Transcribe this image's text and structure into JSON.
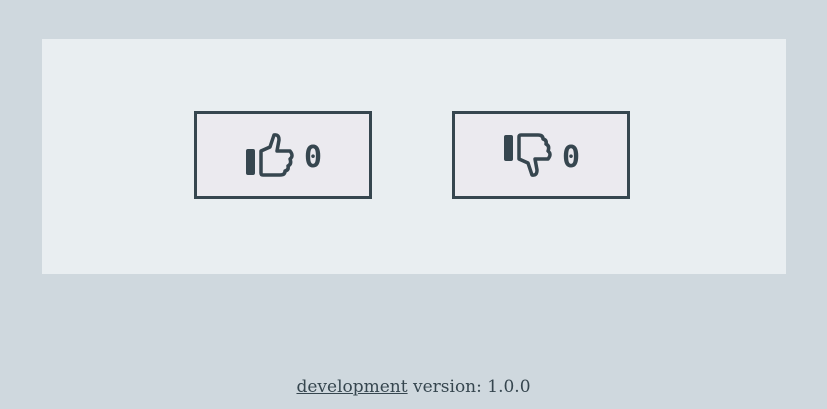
{
  "votes": {
    "like": {
      "icon": "thumbs-up-icon",
      "count": "0"
    },
    "dislike": {
      "icon": "thumbs-down-icon",
      "count": "0"
    }
  },
  "footer": {
    "link_text": "development",
    "version_text": " version: 1.0.0"
  },
  "colors": {
    "background": "#cfd8de",
    "panel": "#e9eef1",
    "button_fill": "#ebeaef",
    "ink": "#36464f"
  }
}
